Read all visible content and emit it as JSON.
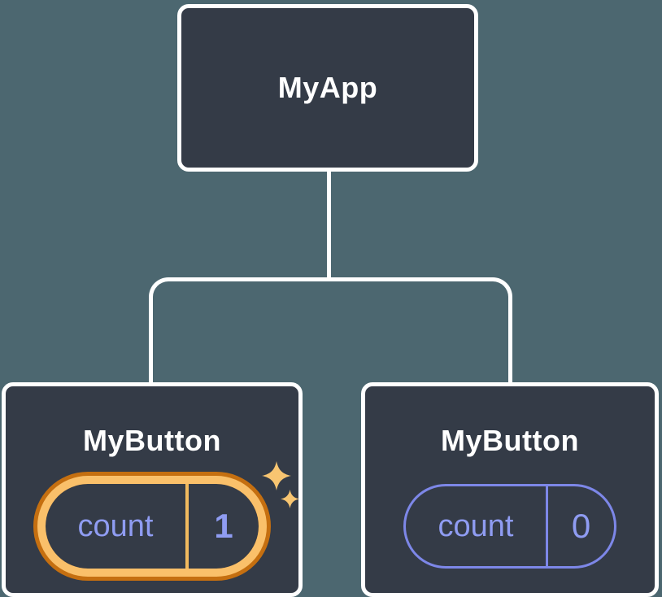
{
  "diagram": {
    "description": "React component tree showing isolated state",
    "background_color": "#4C6770",
    "node_fill_color": "#343B47",
    "node_border_color": "#FFFFFF",
    "root": {
      "label": "MyApp"
    },
    "children": [
      {
        "label": "MyButton",
        "badge": {
          "key": "count",
          "value": "1",
          "highlighted": true
        },
        "sparkles": true
      },
      {
        "label": "MyButton",
        "badge": {
          "key": "count",
          "value": "0",
          "highlighted": false
        },
        "sparkles": false
      }
    ],
    "badge_colors": {
      "text": "#8F9CF2",
      "outline": "#7D87E8",
      "highlight_light": "#FAC06A",
      "highlight_dark": "#C56F10",
      "divider_highlight": "#F2BA5E",
      "sparkle": "#F8C571"
    }
  }
}
